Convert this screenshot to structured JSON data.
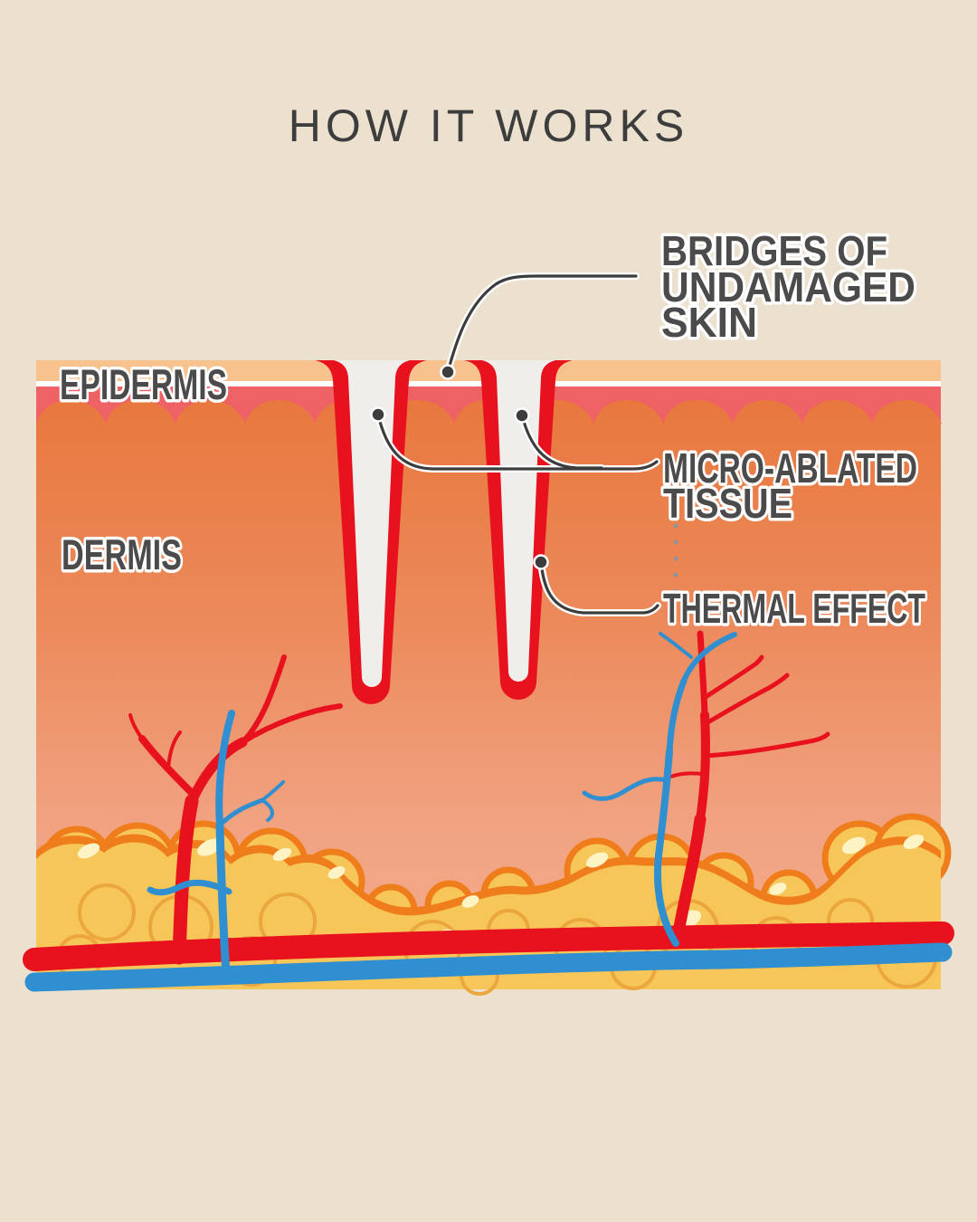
{
  "title": "HOW IT WORKS",
  "labels": {
    "epidermis": "EPIDERMIS",
    "dermis": "DERMIS",
    "bridges": {
      "line1": "BRIDGES OF",
      "line2": "UNDAMAGED",
      "line3": "SKIN"
    },
    "micro_ablated": {
      "line1": "MICRO-ABLATED",
      "line2": "TISSUE"
    },
    "thermal": "THERMAL EFFECT"
  },
  "colors": {
    "background_cream": "#ece1ce",
    "title_text": "#3d3d3d",
    "label_text": "#4b4b4b",
    "label_halo": "#ffffff",
    "leader_line": "#3c3c3c",
    "epidermis_surface": "#f7c28d",
    "epidermis_band": "#ee6164",
    "dermis_top": "#e8763b",
    "dermis_bottom": "#f3ab8d",
    "channel_red": "#e8111e",
    "channel_white": "#f0eeeb",
    "fat_yellow": "#f6c659",
    "fat_outline": "#ef7d1b",
    "fat_inner_line": "#eca63e",
    "fat_highlight": "#fdf3c5",
    "vessel_red": "#e8111e",
    "vessel_blue": "#2f8fd0",
    "dotted_connector": "#8496a4"
  }
}
